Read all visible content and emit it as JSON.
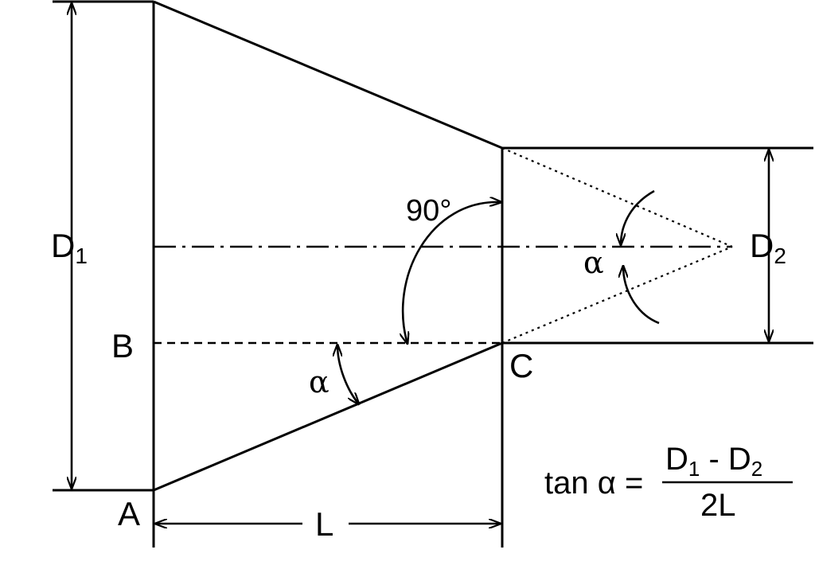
{
  "labels": {
    "d1_main": "D",
    "d1_sub": "1",
    "d2_main": "D",
    "d2_sub": "2",
    "point_a": "A",
    "point_b": "B",
    "point_c": "C",
    "length_l": "L",
    "angle_90": "90°",
    "alpha_lower": "α",
    "alpha_right": "α"
  },
  "formula": {
    "lhs": "tan α =",
    "num_d1_main": "D",
    "num_d1_sub": "1",
    "num_minus": " - ",
    "num_d2_main": "D",
    "num_d2_sub": "2",
    "denominator": "2L"
  },
  "colors": {
    "line": "#000000",
    "background": "#ffffff"
  }
}
